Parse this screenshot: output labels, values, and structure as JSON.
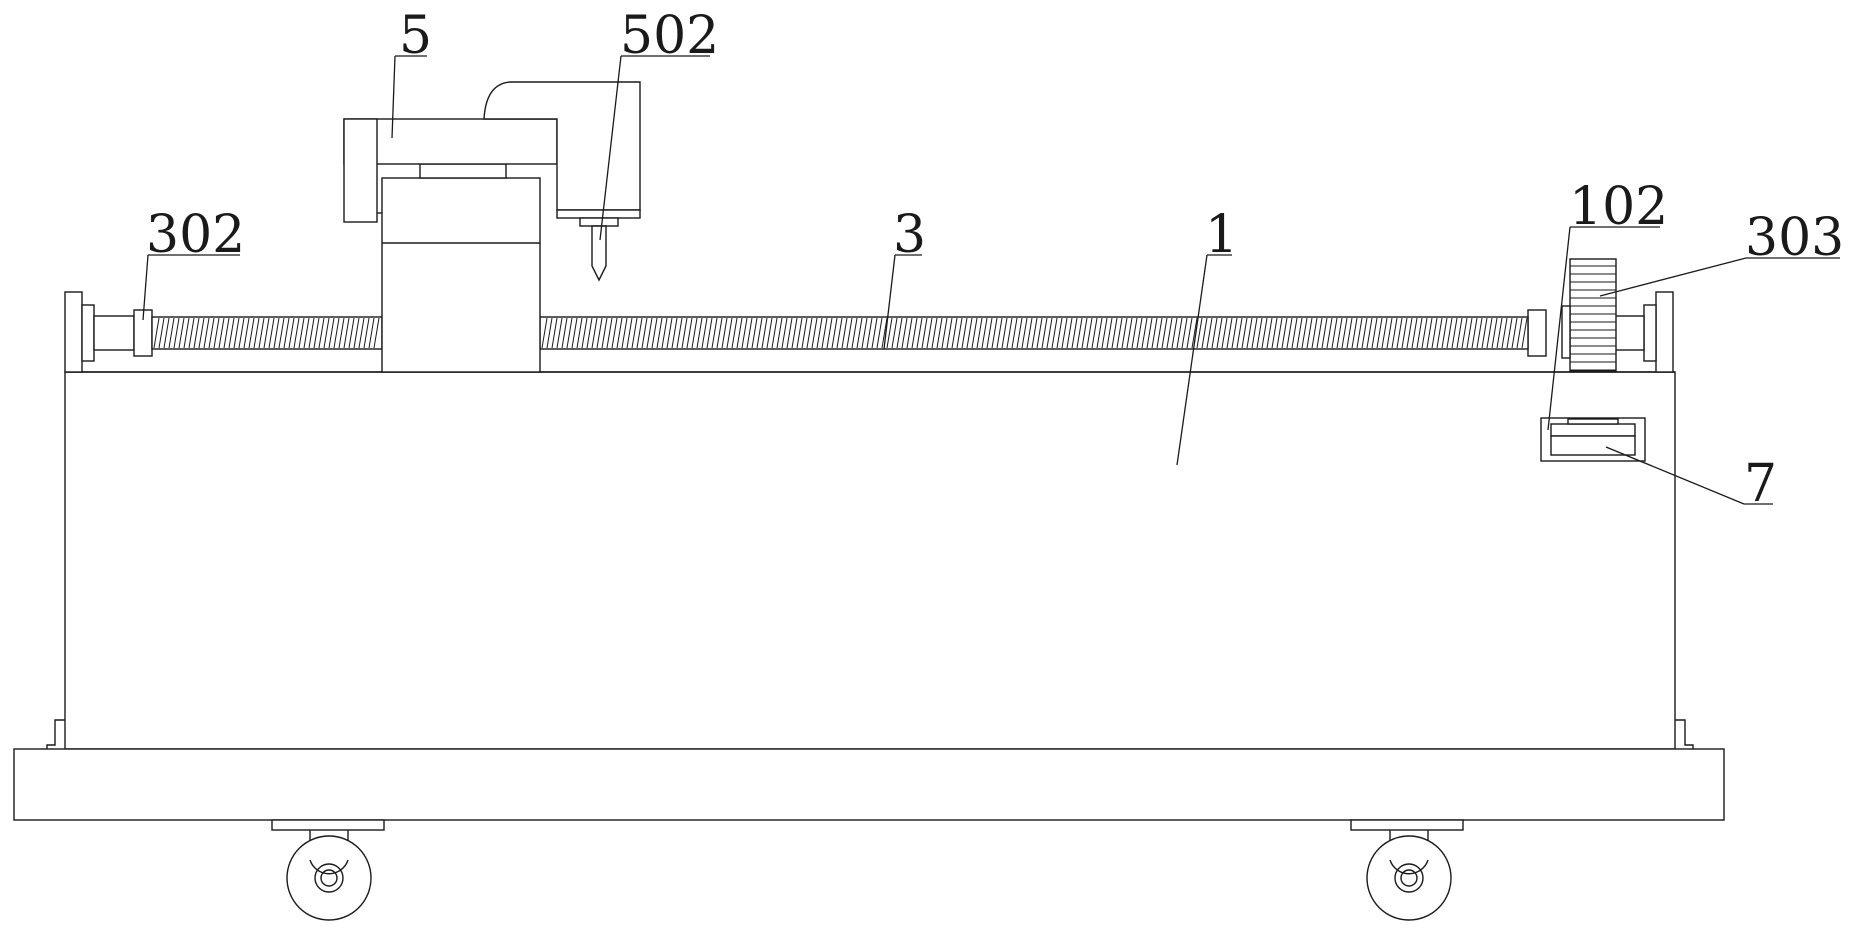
{
  "diagram": {
    "labels": {
      "carriage": "5",
      "nozzle": "502",
      "left_bearing": "302",
      "screw": "3",
      "frame": "1",
      "bracket": "102",
      "gear": "303",
      "motor": "7"
    },
    "colors": {
      "line": "#1a1a1a",
      "background": "#ffffff"
    }
  }
}
